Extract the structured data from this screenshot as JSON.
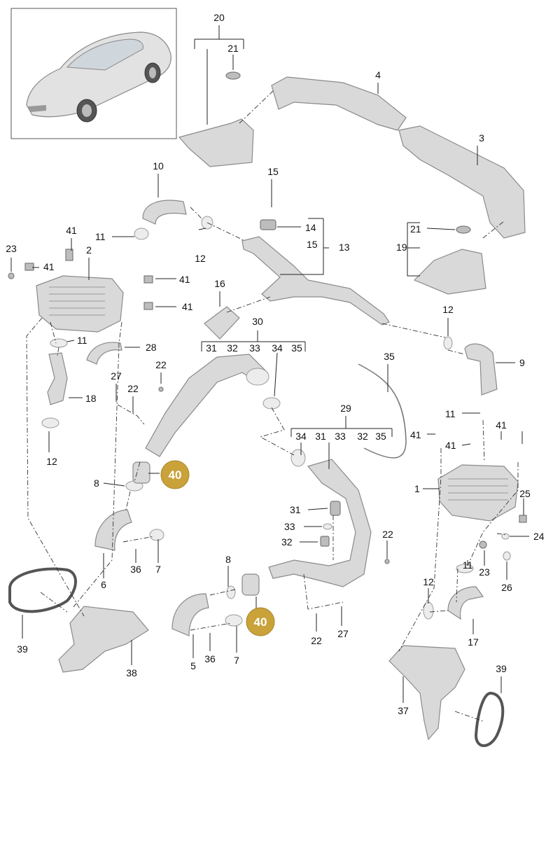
{
  "labels": [
    {
      "id": "p20",
      "text": "20"
    },
    {
      "id": "p21a",
      "text": "21"
    },
    {
      "id": "p4",
      "text": "4"
    },
    {
      "id": "p3",
      "text": "3"
    },
    {
      "id": "p10",
      "text": "10"
    },
    {
      "id": "p15a",
      "text": "15"
    },
    {
      "id": "p14",
      "text": "14"
    },
    {
      "id": "p15b",
      "text": "15"
    },
    {
      "id": "p13",
      "text": "13"
    },
    {
      "id": "p21b",
      "text": "21"
    },
    {
      "id": "p19",
      "text": "19"
    },
    {
      "id": "p41a",
      "text": "41"
    },
    {
      "id": "p23a",
      "text": "23"
    },
    {
      "id": "p2",
      "text": "2"
    },
    {
      "id": "p11a",
      "text": "11"
    },
    {
      "id": "p41b",
      "text": "41"
    },
    {
      "id": "p12a",
      "text": "12"
    },
    {
      "id": "p41c",
      "text": "41"
    },
    {
      "id": "p16",
      "text": "16"
    },
    {
      "id": "p41d",
      "text": "41"
    },
    {
      "id": "p30",
      "text": "30"
    },
    {
      "id": "p12b",
      "text": "12"
    },
    {
      "id": "p11b",
      "text": "11"
    },
    {
      "id": "p28",
      "text": "28"
    },
    {
      "id": "p31a",
      "text": "31"
    },
    {
      "id": "p32a",
      "text": "32"
    },
    {
      "id": "p33a",
      "text": "33"
    },
    {
      "id": "p34a",
      "text": "34"
    },
    {
      "id": "p35a",
      "text": "35"
    },
    {
      "id": "p9",
      "text": "9"
    },
    {
      "id": "p35b",
      "text": "35"
    },
    {
      "id": "p22a",
      "text": "22"
    },
    {
      "id": "p27a",
      "text": "27"
    },
    {
      "id": "p22b",
      "text": "22"
    },
    {
      "id": "p18",
      "text": "18"
    },
    {
      "id": "p29",
      "text": "29"
    },
    {
      "id": "p11c",
      "text": "11"
    },
    {
      "id": "p41e",
      "text": "41"
    },
    {
      "id": "p41f",
      "text": "41"
    },
    {
      "id": "p41g",
      "text": "41"
    },
    {
      "id": "p12c",
      "text": "12"
    },
    {
      "id": "p34b",
      "text": "34"
    },
    {
      "id": "p31b",
      "text": "31"
    },
    {
      "id": "p33b",
      "text": "33"
    },
    {
      "id": "p32b",
      "text": "32"
    },
    {
      "id": "p35c",
      "text": "35"
    },
    {
      "id": "p8a",
      "text": "8"
    },
    {
      "id": "p1",
      "text": "1"
    },
    {
      "id": "p25",
      "text": "25"
    },
    {
      "id": "p31c",
      "text": "31"
    },
    {
      "id": "p33c",
      "text": "33"
    },
    {
      "id": "p32c",
      "text": "32"
    },
    {
      "id": "p22c",
      "text": "22"
    },
    {
      "id": "p24",
      "text": "24"
    },
    {
      "id": "p36a",
      "text": "36"
    },
    {
      "id": "p7a",
      "text": "7"
    },
    {
      "id": "p6",
      "text": "6"
    },
    {
      "id": "p11d",
      "text": "11"
    },
    {
      "id": "p23b",
      "text": "23"
    },
    {
      "id": "p8b",
      "text": "8"
    },
    {
      "id": "p26",
      "text": "26"
    },
    {
      "id": "p12d",
      "text": "12"
    },
    {
      "id": "p39a",
      "text": "39"
    },
    {
      "id": "p38",
      "text": "38"
    },
    {
      "id": "p22d",
      "text": "22"
    },
    {
      "id": "p27b",
      "text": "27"
    },
    {
      "id": "p17",
      "text": "17"
    },
    {
      "id": "p5",
      "text": "5"
    },
    {
      "id": "p36b",
      "text": "36"
    },
    {
      "id": "p7b",
      "text": "7"
    },
    {
      "id": "p39b",
      "text": "39"
    },
    {
      "id": "p37",
      "text": "37"
    }
  ],
  "badges": [
    {
      "id": "b40a",
      "text": "40"
    },
    {
      "id": "b40b",
      "text": "40"
    }
  ],
  "colors": {
    "badge": "#c9a23a",
    "parts": "#d9d9d9"
  },
  "icons": {
    "vehicle": "car-thumbnail-icon"
  }
}
